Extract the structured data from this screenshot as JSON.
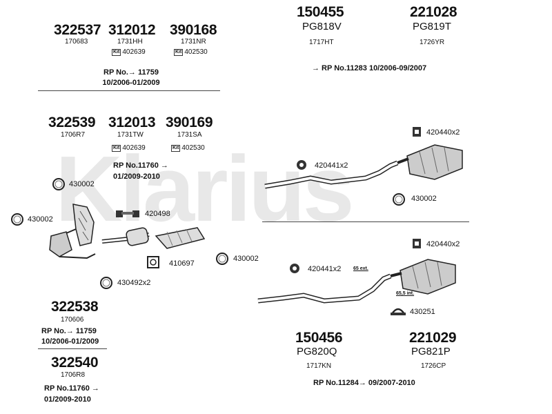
{
  "watermark": "Klarius",
  "top_left": {
    "parts": [
      {
        "number": "322537",
        "sub": "170683"
      },
      {
        "number": "312012",
        "sub": "1731HH",
        "kit_label": "Kit",
        "kit": "402639"
      },
      {
        "number": "390168",
        "sub": "1731NR",
        "kit_label": "Kit",
        "kit": "402530"
      }
    ],
    "rp_line1": "RP No.→ 11759",
    "rp_line2": "10/2006-01/2009"
  },
  "mid_left": {
    "parts": [
      {
        "number": "322539",
        "sub": "1706R7"
      },
      {
        "number": "312013",
        "sub": "1731TW",
        "kit_label": "Kit",
        "kit": "402639"
      },
      {
        "number": "390169",
        "sub": "1731SA",
        "kit_label": "Kit",
        "kit": "402530"
      }
    ],
    "rp_line1": "RP No.11760 →",
    "rp_line2": "01/2009-2010"
  },
  "top_right": {
    "parts": [
      {
        "number": "150455",
        "pg": "PG818V",
        "sub": "1717HT"
      },
      {
        "number": "221028",
        "pg": "PG819T",
        "sub": "1726YR"
      }
    ],
    "rp_line": "→ RP No.11283 10/2006-09/2007"
  },
  "bottom_right": {
    "parts": [
      {
        "number": "150456",
        "pg": "PG820Q",
        "sub": "1717KN"
      },
      {
        "number": "221029",
        "pg": "PG821P",
        "sub": "1726CP"
      }
    ],
    "rp_line": "RP No.11284→  09/2007-2010"
  },
  "bottom_left": {
    "part_a": {
      "number": "322538",
      "sub": "170606",
      "rp_line1": "RP No.→ 11759",
      "rp_line2": "10/2006-01/2009"
    },
    "part_b": {
      "number": "322540",
      "sub": "1706R8",
      "rp_line1": "RP No.11760 →",
      "rp_line2": "01/2009-2010"
    }
  },
  "fittings": {
    "c430002_a": "430002",
    "c430002_b": "430002",
    "c420498": "420498",
    "c410697": "410697",
    "c430002_c": "430002",
    "c430492": "430492x2",
    "c420440_top": "420440x2",
    "c420441_top": "420441x2",
    "c430002_right": "430002",
    "c420440_bottom": "420440x2",
    "c420441_bottom": "420441x2",
    "c430251": "430251",
    "dim_65ext": "65 ext.",
    "dim_655int": "65,5 int."
  }
}
